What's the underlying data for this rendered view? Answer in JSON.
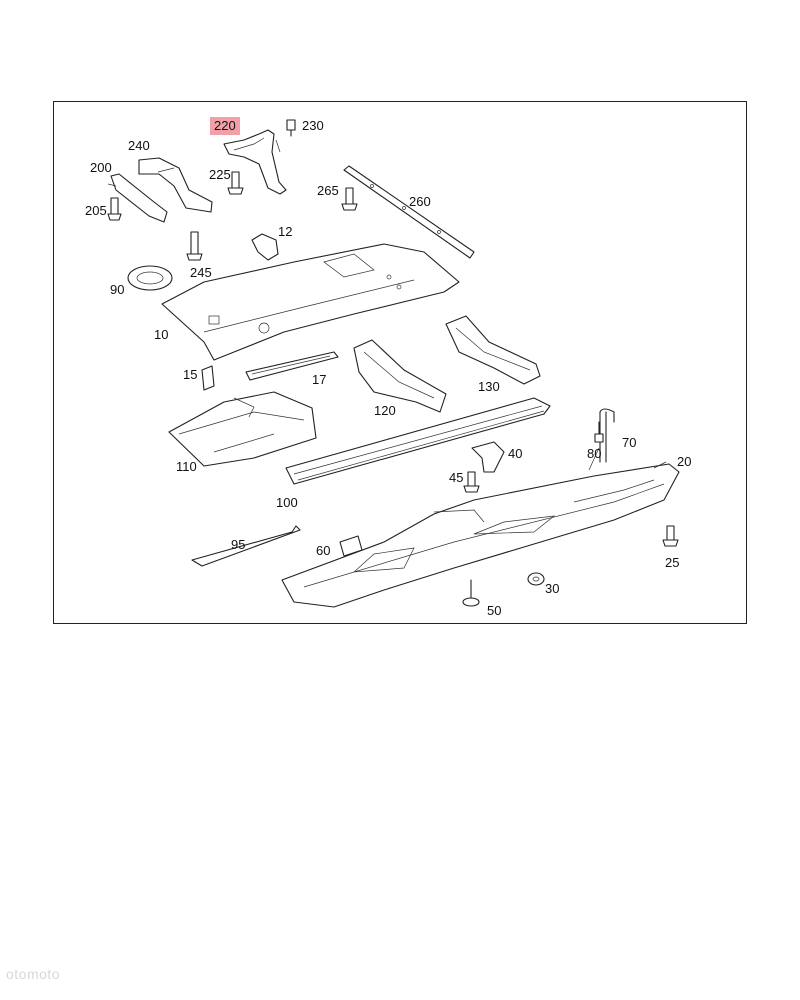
{
  "diagram": {
    "callouts": [
      {
        "id": "220",
        "label": "220",
        "highlighted": true
      },
      {
        "id": "230",
        "label": "230"
      },
      {
        "id": "240",
        "label": "240"
      },
      {
        "id": "200",
        "label": "200"
      },
      {
        "id": "225",
        "label": "225"
      },
      {
        "id": "265",
        "label": "265"
      },
      {
        "id": "260",
        "label": "260"
      },
      {
        "id": "205",
        "label": "205"
      },
      {
        "id": "12",
        "label": "12"
      },
      {
        "id": "245",
        "label": "245"
      },
      {
        "id": "90",
        "label": "90"
      },
      {
        "id": "10",
        "label": "10"
      },
      {
        "id": "15",
        "label": "15"
      },
      {
        "id": "17",
        "label": "17"
      },
      {
        "id": "120",
        "label": "120"
      },
      {
        "id": "130",
        "label": "130"
      },
      {
        "id": "70",
        "label": "70"
      },
      {
        "id": "80",
        "label": "80"
      },
      {
        "id": "40",
        "label": "40"
      },
      {
        "id": "20",
        "label": "20"
      },
      {
        "id": "110",
        "label": "110"
      },
      {
        "id": "45",
        "label": "45"
      },
      {
        "id": "100",
        "label": "100"
      },
      {
        "id": "95",
        "label": "95"
      },
      {
        "id": "60",
        "label": "60"
      },
      {
        "id": "25",
        "label": "25"
      },
      {
        "id": "30",
        "label": "30"
      },
      {
        "id": "50",
        "label": "50"
      }
    ],
    "highlight_color": "#f0a0a6"
  },
  "watermark": "otomoto"
}
